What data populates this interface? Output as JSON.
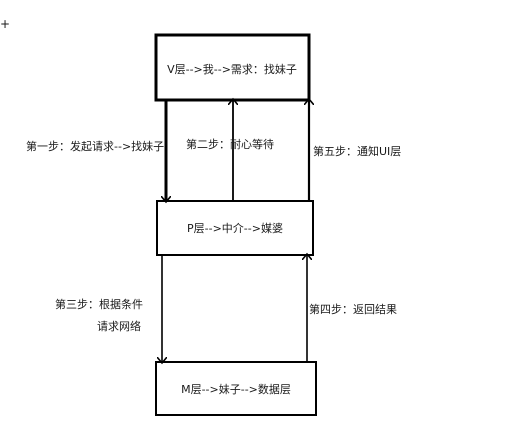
{
  "diagram": {
    "corner_mark": "+",
    "boxes": {
      "v_layer": "V层-->我-->需求：找妹子",
      "p_layer": "P层-->中介-->媒婆",
      "m_layer": "M层-->妹子-->数据层"
    },
    "steps": {
      "step1": "第一步：发起请求-->找妹子",
      "step2": "第二步：耐心等待",
      "step3_line1": "第三步：根据条件",
      "step3_line2": "请求网络",
      "step4": "第四步：返回结果",
      "step5": "第五步：通知UI层"
    },
    "colors": {
      "stroke": "#000000",
      "text": "#1a1a1a",
      "background": "#ffffff"
    }
  }
}
